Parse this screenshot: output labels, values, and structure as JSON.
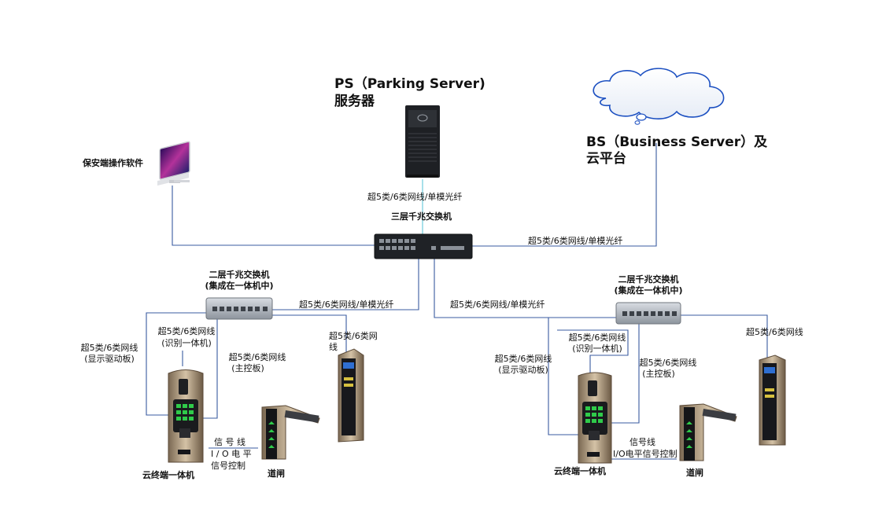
{
  "ps": {
    "title": "PS（Parking Server)",
    "subtitle": "服务器"
  },
  "bs": {
    "title": "BS（Business Server）及",
    "subtitle": "云平台"
  },
  "security_software": "保安端操作软件",
  "core_switch": {
    "label": "三层千兆交换机",
    "uplink": "超5类/6类网线/单模光纤"
  },
  "bs_link": "超5类/6类网线/单模光纤",
  "left_zone": {
    "switch_line1": "二层千兆交换机",
    "switch_line2": "(集成在一体机中)",
    "uplink": "超5类/6类网线/单模光纤",
    "kiosk_cable_line1": "超5类/6类网",
    "kiosk_cable_line2": "线",
    "recog_line1": "超5类/6类网线",
    "recog_line2": "(识别一体机)",
    "display_line1": "超5类/6类网线",
    "display_line2": "(显示驱动板)",
    "main_line1": "超5类/6类网线",
    "main_line2": "(主控板)",
    "signal_line1": "信 号 线",
    "signal_line2": "I / O 电 平",
    "signal_line3": "信号控制",
    "terminal": "云终端一体机",
    "gate": "道闸"
  },
  "right_zone": {
    "switch_line1": "二层千兆交换机",
    "switch_line2": "(集成在一体机中)",
    "uplink": "超5类/6类网线/单模光纤",
    "kiosk_cable": "超5类/6类网线",
    "recog_line1": "超5类/6类网线",
    "recog_line2": "(识别一体机)",
    "display_line1": "超5类/6类网线",
    "display_line2": "(显示驱动板)",
    "main_line1": "超5类/6类网线",
    "main_line2": "(主控板)",
    "signal_line1": "信号线",
    "signal_line2": "I/O电平信号控制",
    "terminal": "云终端一体机",
    "gate": "道闸"
  },
  "colors": {
    "link": "#3a5ba0",
    "server_link": "#5fc7d8",
    "device": "#9a8468"
  }
}
